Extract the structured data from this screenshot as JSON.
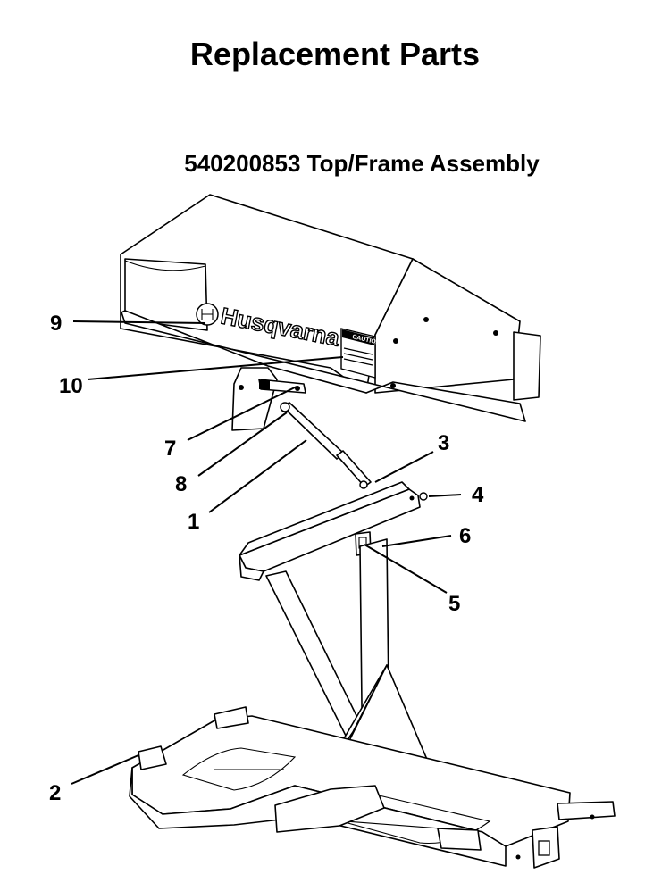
{
  "header": {
    "title": "Replacement Parts",
    "subtitle": "540200853  Top/Frame Assembly"
  },
  "diagram": {
    "brand_text": "Husqvarna",
    "decal_text": "CAUTION",
    "callouts": [
      "1",
      "2",
      "3",
      "4",
      "5",
      "6",
      "7",
      "8",
      "9",
      "10"
    ]
  }
}
